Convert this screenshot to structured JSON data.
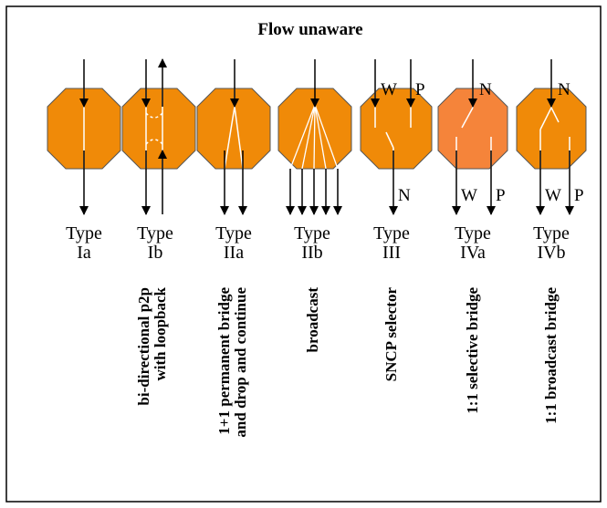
{
  "title": "Flow unaware",
  "colors": {
    "box_fill": "#F08A08",
    "box_fill_highlight": "#F5843A",
    "box_stroke": "#555555",
    "inner_line": "#ffffff",
    "border": "#000000"
  },
  "types": [
    {
      "id": "Ia",
      "label_1": "Type",
      "label_2": "Ia",
      "desc_1": "",
      "desc_2": ""
    },
    {
      "id": "Ib",
      "label_1": "Type",
      "label_2": "Ib",
      "desc_1": "bi-directional p2p",
      "desc_2": "with loopback"
    },
    {
      "id": "IIa",
      "label_1": "Type",
      "label_2": "IIa",
      "desc_1": "1+1 permanent bridge",
      "desc_2": "and drop and continue"
    },
    {
      "id": "IIb",
      "label_1": "Type",
      "label_2": "IIb",
      "desc_1": "broadcast",
      "desc_2": ""
    },
    {
      "id": "III",
      "label_1": "Type",
      "label_2": "III",
      "desc_1": "SNCP selector",
      "desc_2": "",
      "port_w": "W",
      "port_p": "P",
      "port_n": "N"
    },
    {
      "id": "IVa",
      "label_1": "Type",
      "label_2": "IVa",
      "desc_1": "1:1 selective bridge",
      "desc_2": "",
      "port_w": "W",
      "port_p": "P",
      "port_n": "N"
    },
    {
      "id": "IVb",
      "label_1": "Type",
      "label_2": "IVb",
      "desc_1": "1:1 broadcast bridge",
      "desc_2": "",
      "port_w": "W",
      "port_p": "P",
      "port_n": "N"
    }
  ]
}
